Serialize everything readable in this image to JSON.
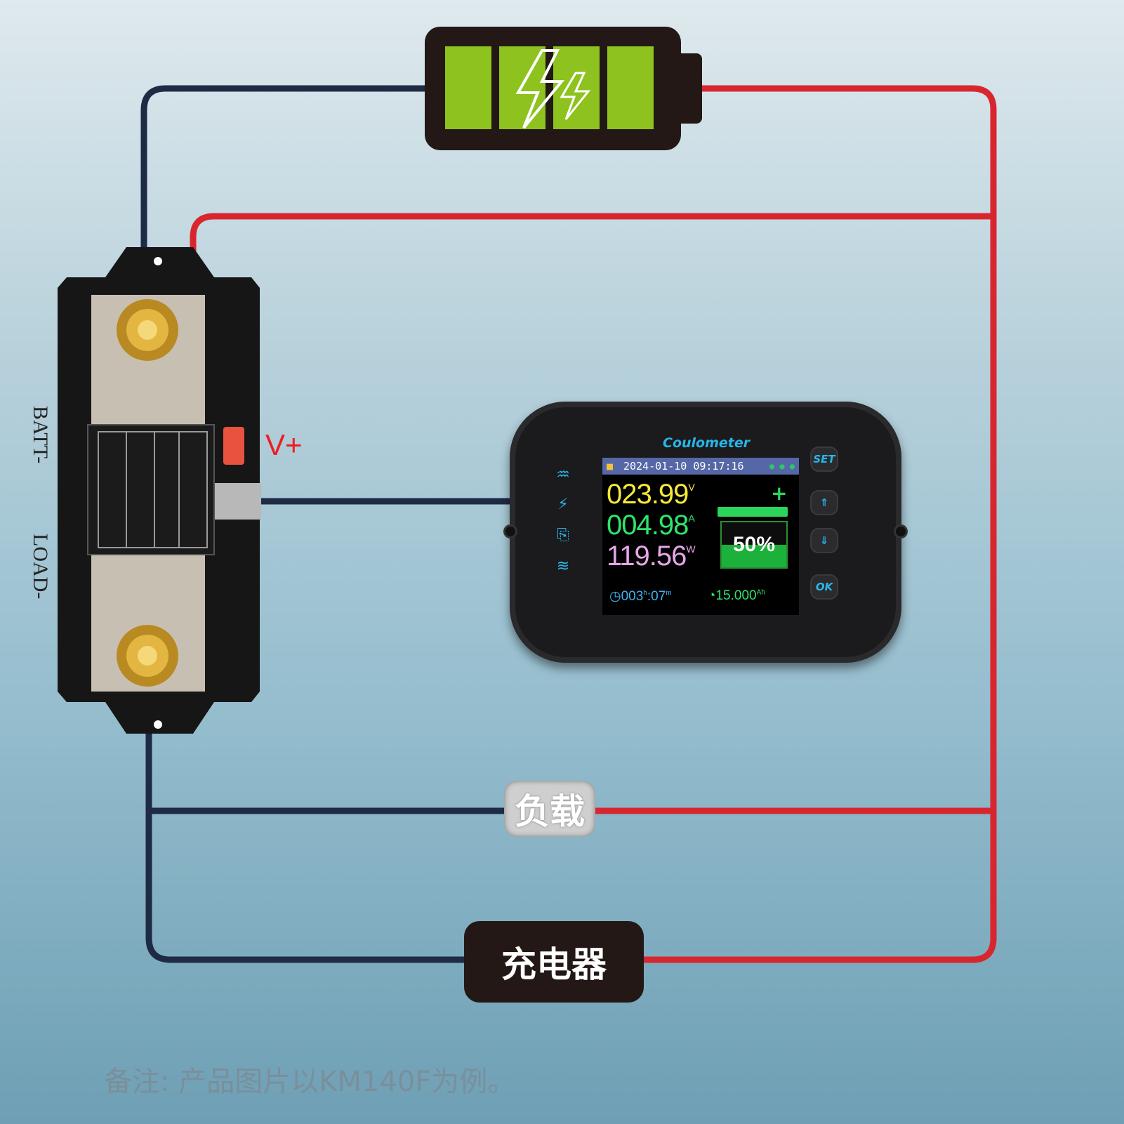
{
  "diagram": {
    "labels": {
      "v_plus": "V+",
      "batt_minus": "BATT-",
      "load_minus": "LOAD-",
      "load": "负载",
      "charger": "充电器",
      "note": "备注: 产品图片以KM140F为例。"
    },
    "meter": {
      "brand": "Coulometer",
      "datetime": "2024-01-10  09:17:16",
      "voltage": "023.99",
      "voltage_unit": "V",
      "current": "004.98",
      "current_unit": "A",
      "power": "119.56",
      "power_unit": "W",
      "battery_percent": "50%",
      "time_main": "003",
      "time_h": "h",
      "time_min": ":07",
      "time_m": "m",
      "capacity": "15.000",
      "capacity_unit": "Ah",
      "buttons": {
        "set": "SET",
        "ok": "OK"
      }
    },
    "colors": {
      "positive_wire": "#d8262f",
      "negative_wire": "#1f2a44",
      "battery_fill": "#8dc21f",
      "accent": "#29b7e9"
    },
    "icons": [
      "battery-icon",
      "lightning-icon",
      "alarm-icon",
      "power-icon",
      "usb-icon",
      "wifi-icon",
      "lock-icon",
      "up-icon",
      "down-icon",
      "clock-icon"
    ]
  }
}
